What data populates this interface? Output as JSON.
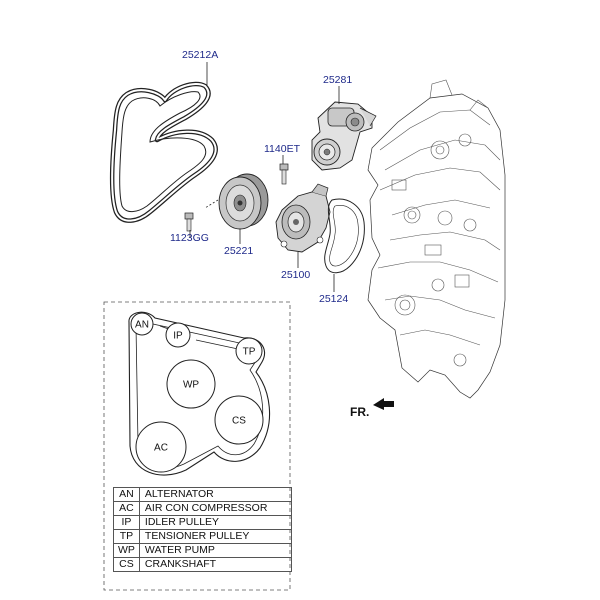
{
  "callouts": {
    "belt": "25212A",
    "tensioner": "25281",
    "bolt_right": "1140ET",
    "bolt_left": "1123GG",
    "idler_pulley": "25221",
    "water_pump": "25100",
    "gasket": "25124"
  },
  "direction_label": "FR.",
  "belt_diagram": {
    "pulleys": [
      {
        "code": "AN"
      },
      {
        "code": "IP"
      },
      {
        "code": "TP"
      },
      {
        "code": "WP"
      },
      {
        "code": "CS"
      },
      {
        "code": "AC"
      }
    ]
  },
  "legend": [
    {
      "code": "AN",
      "name": "ALTERNATOR"
    },
    {
      "code": "AC",
      "name": "AIR CON COMPRESSOR"
    },
    {
      "code": "IP",
      "name": "IDLER PULLEY"
    },
    {
      "code": "TP",
      "name": "TENSIONER PULLEY"
    },
    {
      "code": "WP",
      "name": "WATER PUMP"
    },
    {
      "code": "CS",
      "name": "CRANKSHAFT"
    }
  ]
}
